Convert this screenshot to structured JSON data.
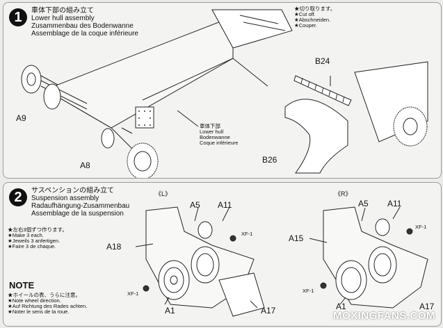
{
  "step1": {
    "number": "1",
    "title_jp": "車体下部の組み立て",
    "title_en": "Lower hull assembly",
    "title_de": "Zusammenbau des Bodenwanne",
    "title_fr": "Assemblage de la coque inférieure",
    "cut_note": [
      "★切り取ります。",
      "★Cut off.",
      "★Abschneiden.",
      "★Couper."
    ],
    "callout": [
      "車体下部",
      "Lower hull",
      "Bodenwanne",
      "Coque inférieure"
    ],
    "parts": {
      "a9": "A9",
      "a8": "A8",
      "b24": "B24",
      "b26": "B26"
    }
  },
  "step2": {
    "number": "2",
    "title_jp": "サスペンションの組み立て",
    "title_en": "Suspension assembly",
    "title_de": "Radaufhängung-Zusammenbau",
    "title_fr": "Assemblage de la suspension",
    "make3": [
      "★左右3個ずつ作ります。",
      "★Make 3 each.",
      "★Jeweils 3 anfertigen.",
      "★Faire 3 de chaque."
    ],
    "left_tag": "《L》",
    "right_tag": "《R》",
    "note_title": "NOTE",
    "note_lines": [
      "★ホイールの表、うらに注意。",
      "★Note wheel direction.",
      "★Auf Richtung des Rades achten.",
      "★Noter le sens de la roue."
    ],
    "parts_left": {
      "a5": "A5",
      "a11": "A11",
      "xf1_top": "XF-1",
      "a18": "A18",
      "xf1_bottom": "XF-1",
      "a1": "A1",
      "a17": "A17"
    },
    "parts_right": {
      "a5": "A5",
      "a11": "A11",
      "xf1_top": "XF-1",
      "a15": "A15",
      "xf1_bottom": "XF-1",
      "a1": "A1",
      "a17": "A17"
    }
  },
  "watermark": "MOXINGFANS.COM"
}
